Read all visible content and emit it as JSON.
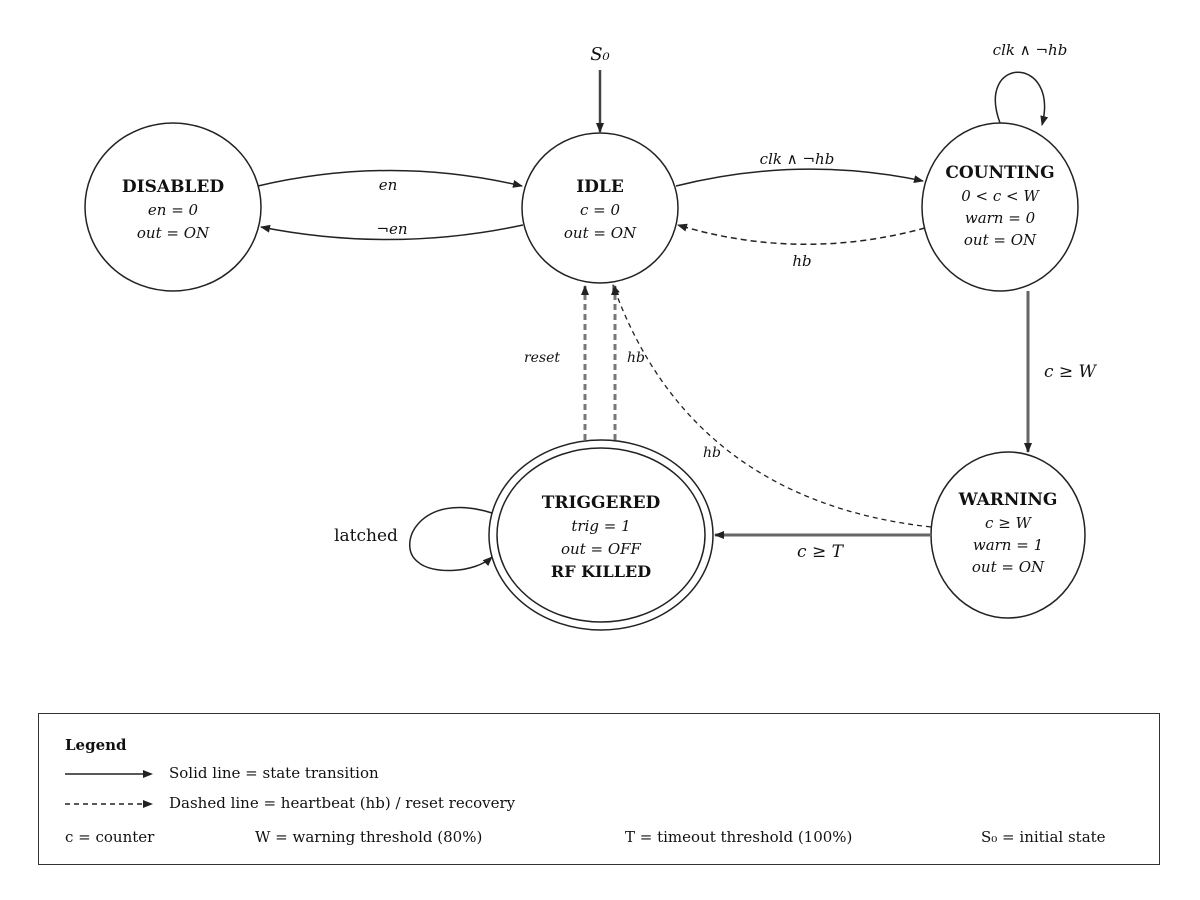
{
  "states": {
    "disabled": {
      "name": "DISABLED",
      "l1": "en = 0",
      "l2": "out = ON"
    },
    "idle": {
      "name": "IDLE",
      "l1": "c = 0",
      "l2": "out = ON"
    },
    "counting": {
      "name": "COUNTING",
      "l1": "0 < c < W",
      "l2": "warn = 0",
      "l3": "out = ON"
    },
    "warning": {
      "name": "WARNING",
      "l1": "c ≥ W",
      "l2": "warn = 1",
      "l3": "out = ON"
    },
    "triggered": {
      "name": "TRIGGERED",
      "l1": "trig = 1",
      "l2": "out = OFF",
      "l3": "RF KILLED"
    }
  },
  "initial": "S₀",
  "transitions": {
    "en": "en",
    "not_en": "¬en",
    "idle_to_counting": "clk ∧ ¬hb",
    "counting_self": "clk ∧ ¬hb",
    "counting_to_idle_hb": "hb",
    "counting_to_warning": "c ≥ W",
    "warning_to_triggered": "c ≥ T",
    "warning_to_idle_hb": "hb",
    "triggered_reset": "reset",
    "triggered_hb": "hb",
    "latched": "latched"
  },
  "legend": {
    "title": "Legend",
    "solid": "Solid line = state transition",
    "dashed": "Dashed line = heartbeat (hb) / reset recovery",
    "def_c": "c = counter",
    "def_w": "W = warning threshold (80%)",
    "def_t": "T = timeout threshold (100%)",
    "def_s0": "S₀ = initial state"
  }
}
